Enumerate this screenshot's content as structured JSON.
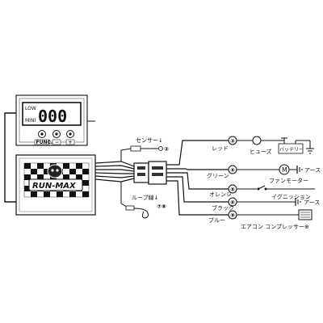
{
  "display": {
    "low_label": "LOW",
    "mini_label": "MINI",
    "digits": "000",
    "buttons": [
      "FUNC.",
      "−",
      "+"
    ]
  },
  "controller": {
    "logo_text": "RUN-MAX"
  },
  "connectors": {
    "sensor": {
      "label": "センサー↓",
      "num": "②"
    },
    "loop": {
      "label": "ループ線↓",
      "num": "⑦⑧"
    }
  },
  "wires": [
    {
      "num": "③",
      "color_label": "レッド",
      "target": "ヒューズ",
      "target2": "バッテリー"
    },
    {
      "num": "④",
      "color_label": "グリーン",
      "target": "アース",
      "target2": "ファンモーター"
    },
    {
      "num": "⑤",
      "color_label": "オレンジ",
      "target": "イグニッション"
    },
    {
      "num": "⑥",
      "color_label": "ブラック",
      "target": "アース"
    },
    {
      "num": "⑨",
      "color_label": "ブルー",
      "target": "エアコン コンプレッサー⊕"
    }
  ]
}
